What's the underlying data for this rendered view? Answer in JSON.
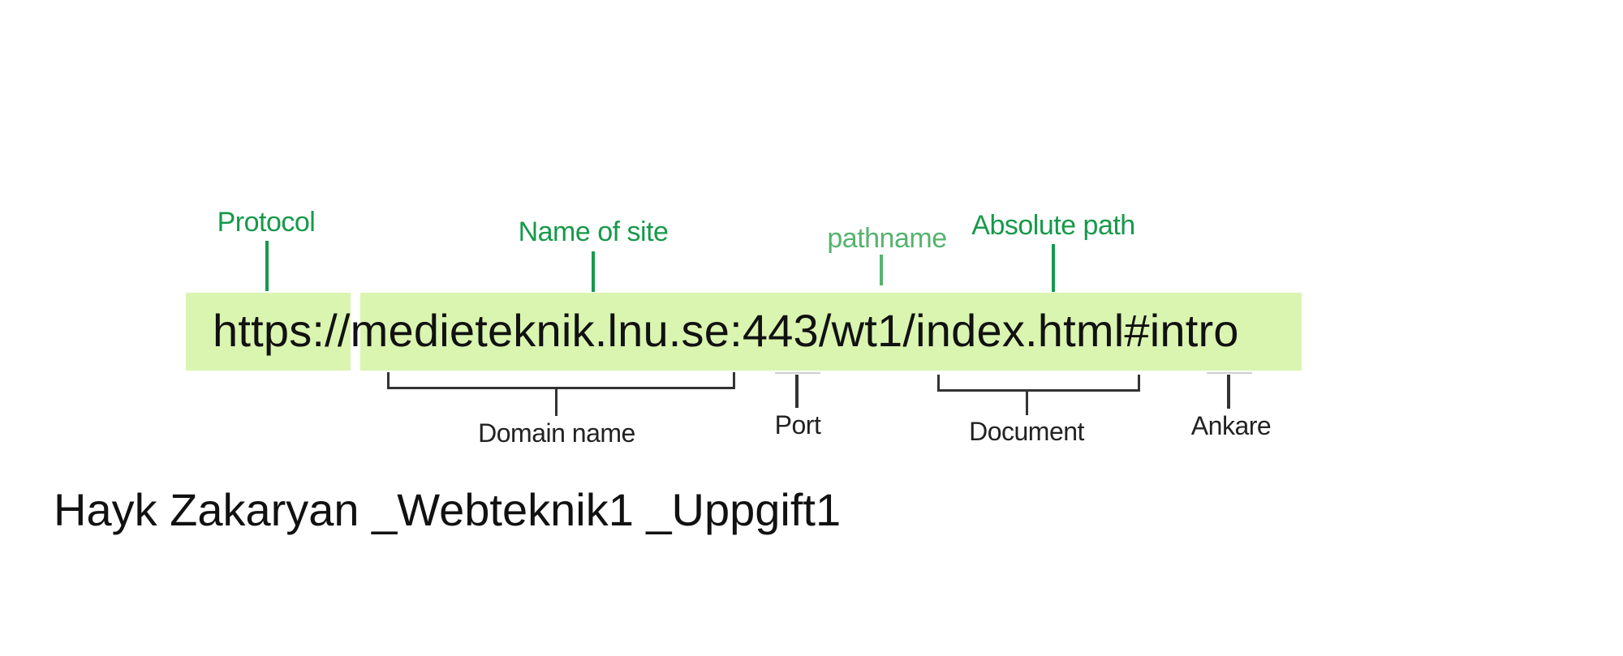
{
  "url": {
    "text": "https://medieteknik.lnu.se:443/wt1/index.html#intro"
  },
  "top_labels": {
    "protocol": "Protocol",
    "name_of_site": "Name of site",
    "pathname": "pathname",
    "absolute_path": "Absolute path"
  },
  "bottom_labels": {
    "domain_name": "Domain name",
    "port": "Port",
    "document": "Document",
    "anchor": "Ankare"
  },
  "footer": {
    "text": "Hayk Zakaryan _Webteknik1 _Uppgift1"
  },
  "colors": {
    "url_background": "#d9f5b0",
    "top_label_green": "#17994a",
    "pathname_green": "#55b36f",
    "bracket_black": "#333333"
  }
}
